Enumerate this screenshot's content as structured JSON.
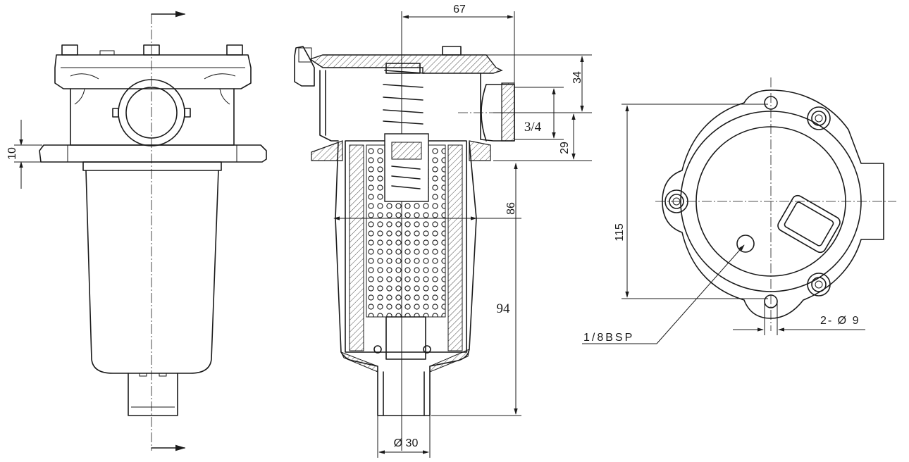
{
  "dimensions": {
    "width_top": "67",
    "height_cap": "34",
    "thread": "3/4",
    "height_port": "29",
    "height_flange": "10",
    "diameter_body": "86",
    "length_bowl": "94",
    "outlet_diameter": "Ø 30",
    "mount_height": "115",
    "gauge_port": "1/8BSP",
    "bolt_holes": "2- Ø 9"
  }
}
